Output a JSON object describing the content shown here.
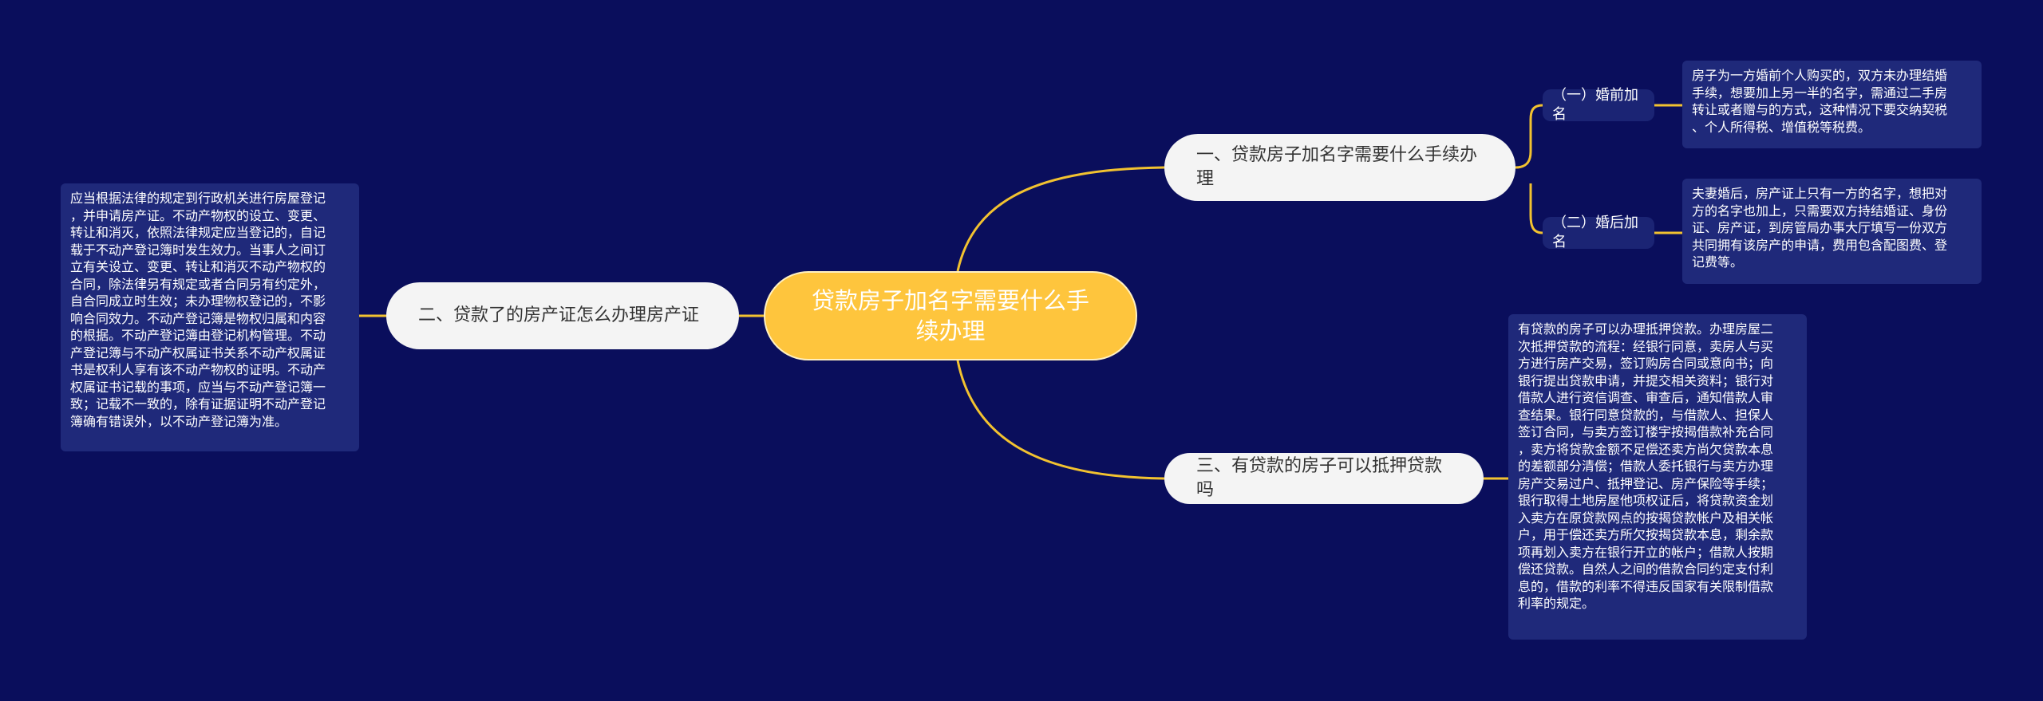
{
  "root": {
    "label": "贷款房子加名字需要什么手续办理"
  },
  "branches": [
    {
      "label": "一、贷款房子加名字需要什么手续办理"
    },
    {
      "label": "二、贷款了的房产证怎么办理房产证"
    },
    {
      "label": "三、有贷款的房子可以抵押贷款吗"
    }
  ],
  "subs": [
    {
      "label": "（一）婚前加名"
    },
    {
      "label": "（二）婚后加名"
    }
  ],
  "notes": [
    {
      "text": "房子为一方婚前个人购买的，双方未办理结婚\n手续，想要加上另一半的名字，需通过二手房\n转让或者赠与的方式，这种情况下要交纳契税\n、个人所得税、增值税等税费。"
    },
    {
      "text": "夫妻婚后，房产证上只有一方的名字，想把对\n方的名字也加上，只需要双方持结婚证、身份\n证、房产证，到房管局办事大厅填写一份双方\n共同拥有该房产的申请，费用包含配图费、登\n记费等。"
    },
    {
      "text": "有贷款的房子可以办理抵押贷款。办理房屋二\n次抵押贷款的流程：经银行同意，卖房人与买\n方进行房产交易，签订购房合同或意向书；向\n银行提出贷款申请，并提交相关资料；银行对\n借款人进行资信调查、审查后，通知借款人审\n查结果。银行同意贷款的，与借款人、担保人\n签订合同，与卖方签订楼宇按揭借款补充合同\n，卖方将贷款金额不足偿还卖方尚欠贷款本息\n的差额部分清偿；借款人委托银行与卖方办理\n房产交易过户、抵押登记、房产保险等手续；\n银行取得土地房屋他项权证后，将贷款资金划\n入卖方在原贷款网点的按揭贷款帐户及相关帐\n户，用于偿还卖方所欠按揭贷款本息，剩余款\n项再划入卖方在银行开立的帐户；借款人按期\n偿还贷款。自然人之间的借款合同约定支付利\n息的，借款的利率不得违反国家有关限制借款\n利率的规定。"
    },
    {
      "text": "应当根据法律的规定到行政机关进行房屋登记\n，并申请房产证。不动产物权的设立、变更、\n转让和消灭，依照法律规定应当登记的，自记\n载于不动产登记簿时发生效力。当事人之间订\n立有关设立、变更、转让和消灭不动产物权的\n合同，除法律另有规定或者合同另有约定外，\n自合同成立时生效；未办理物权登记的，不影\n响合同效力。不动产登记簿是物权归属和内容\n的根据。不动产登记簿由登记机构管理。不动\n产登记簿与不动产权属证书关系不动产权属证\n书是权利人享有该不动产物权的证明。不动产\n权属证书记载的事项，应当与不动产登记簿一\n致；记载不一致的，除有证据证明不动产登记\n簿确有错误外，以不动产登记簿为准。"
    }
  ],
  "colors": {
    "background": "#0a0e5c",
    "root_fill": "#fec53d",
    "branch_fill": "#f4f4f4",
    "note_fill": "#1f297a",
    "connector": "#f2c230"
  }
}
